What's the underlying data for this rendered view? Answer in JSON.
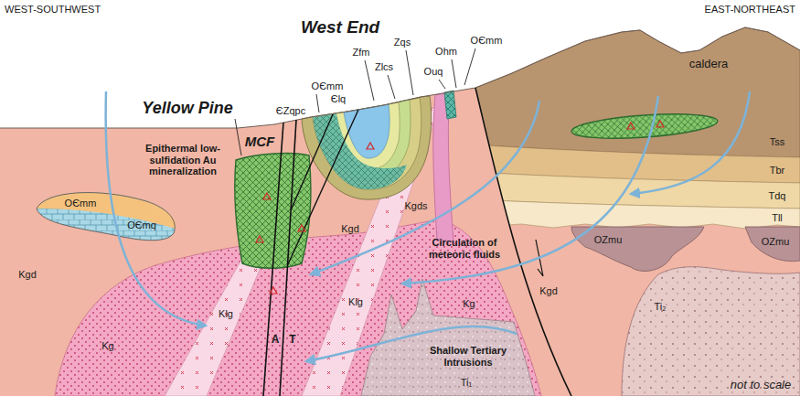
{
  "diagram": {
    "labels": [
      "WEST-SOUTHWEST",
      "EAST-NORTHEAST",
      "West End",
      "Zfm",
      "Zqs",
      "Zlcs",
      "Ohm",
      "OЄmm",
      "Ouq",
      "caldera",
      "Yellow Pine",
      "MCF",
      "OЄmm",
      "Єlq",
      "ЄZqpc",
      "Tss",
      "Epithermal low-sulfidation Au mineralization",
      "OЄmm",
      "OЄmq",
      "Kgd",
      "Tbr",
      "Tdq",
      "Tll",
      "Kgds",
      "Circulation of meteoric fluids",
      "OZmu",
      "OZmu",
      "Kgd",
      "Kgd",
      "Ti₂",
      "Kg",
      "Klg",
      "Klg",
      "Kg",
      "A",
      "T",
      "Shallow Tertiary Intrusions",
      "Ti₁",
      "not to scale"
    ]
  }
}
